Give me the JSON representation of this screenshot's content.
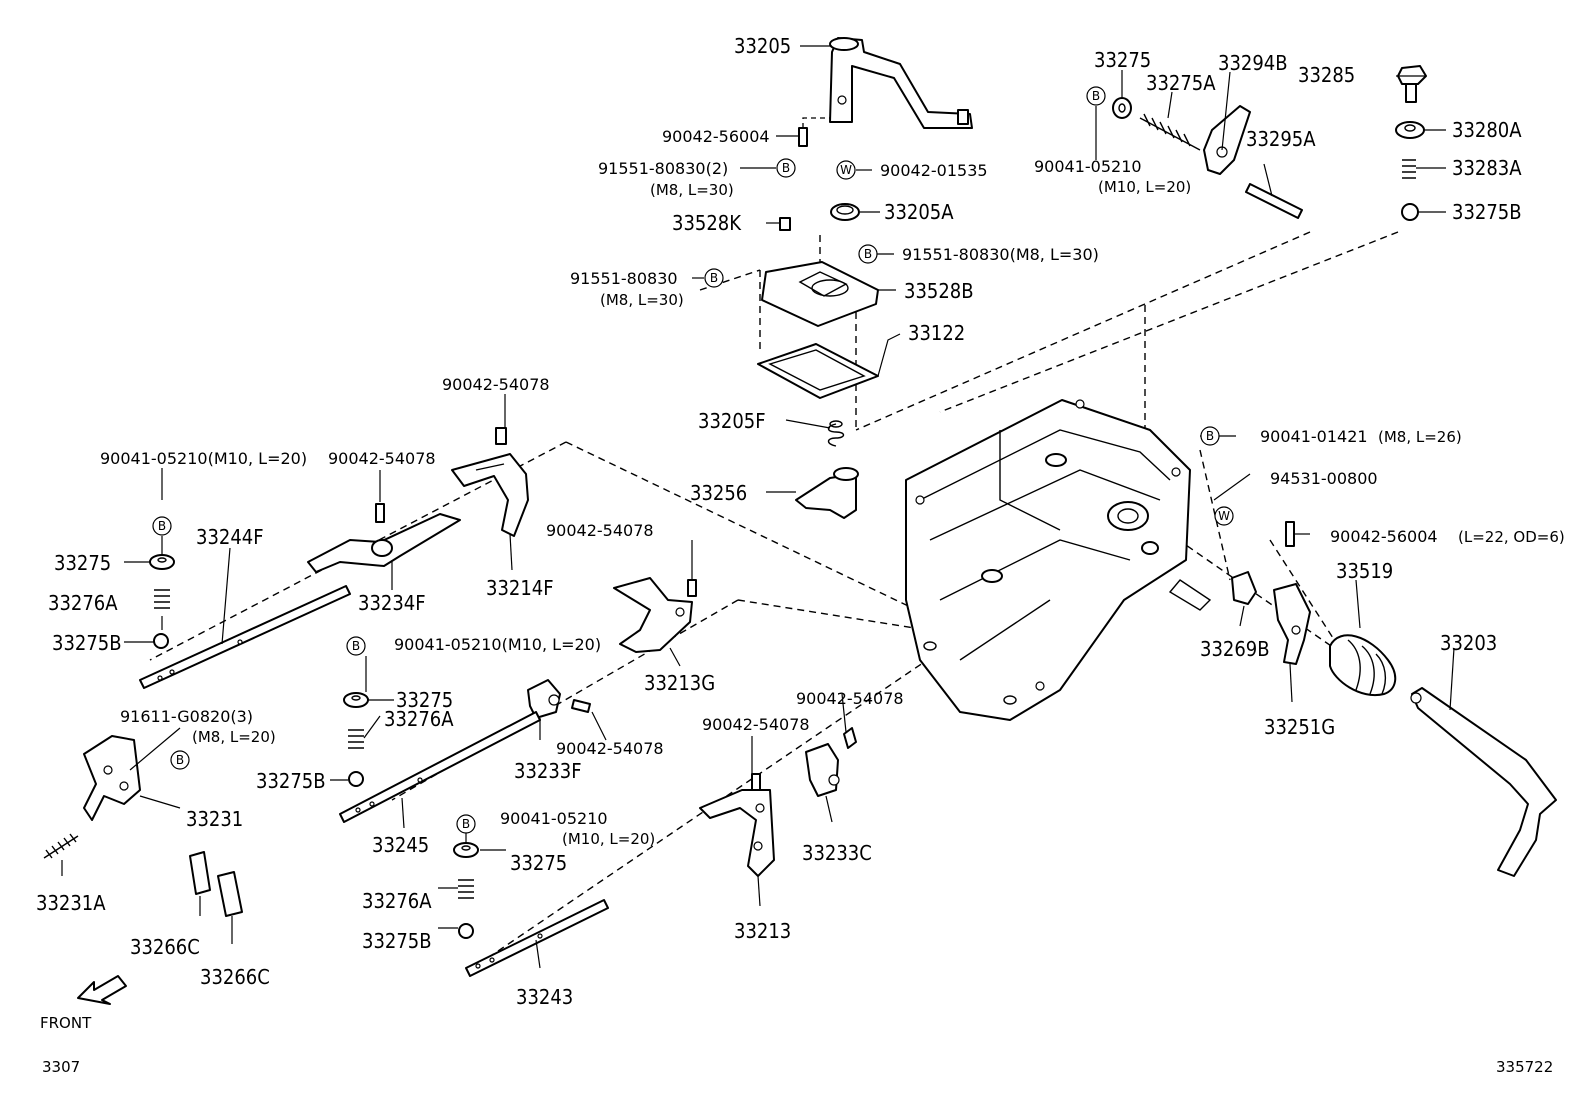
{
  "labels": {
    "p33205": "33205",
    "p90042_56004a": "90042-56004",
    "p91551_80830_2": "91551-80830(2)",
    "p91551_80830_2_note": "(M8, L=30)",
    "p90042_01535": "90042-01535",
    "p33528K": "33528K",
    "p33205A": "33205A",
    "p91551_80830_m8": "91551-80830(M8, L=30)",
    "p91551_80830_b": "91551-80830",
    "p91551_80830_b_note": "(M8, L=30)",
    "p33528B": "33528B",
    "p33122": "33122",
    "p33205F": "33205F",
    "p33256": "33256",
    "p33275_top": "33275",
    "p33275A": "33275A",
    "p33294B": "33294B",
    "p33285": "33285",
    "p33280A": "33280A",
    "p33283A": "33283A",
    "p33275B_top": "33275B",
    "p33295A": "33295A",
    "p90041_05210_top": "90041-05210",
    "p90041_05210_top_note": "(M10, L=20)",
    "p90042_54078_a": "90042-54078",
    "p90042_54078_b": "90042-54078",
    "p90041_05210_left": "90041-05210(M10, L=20)",
    "p33275_left": "33275",
    "p33276A_left": "33276A",
    "p33275B_left": "33275B",
    "p33244F": "33244F",
    "p33234F": "33234F",
    "p33214F": "33214F",
    "p90042_54078_c": "90042-54078",
    "p90041_05210_mid": "90041-05210(M10, L=20)",
    "p33213G": "33213G",
    "p33275_mid": "33275",
    "p33276A_mid": "33276A",
    "p33275B_mid": "33275B",
    "p91611_G0820": "91611-G0820(3)",
    "p91611_G0820_note": "(M8, L=20)",
    "p33231": "33231",
    "p33231A": "33231A",
    "p90042_54078_d": "90042-54078",
    "p33233F": "33233F",
    "p33245": "33245",
    "p90042_54078_e": "90042-54078",
    "p90042_54078_f": "90042-54078",
    "p33233C": "33233C",
    "p90041_05210_low": "90041-05210",
    "p90041_05210_low_note": "(M10, L=20)",
    "p33275_low": "33275",
    "p33276A_low": "33276A",
    "p33275B_low": "33275B",
    "p33213": "33213",
    "p33243": "33243",
    "p33266C_a": "33266C",
    "p33266C_b": "33266C",
    "p90041_01421": "90041-01421",
    "p90041_01421_note": "(M8, L=26)",
    "p94531_00800": "94531-00800",
    "p90042_56004b": "90042-56004",
    "p90042_56004b_note": "(L=22, OD=6)",
    "p33519": "33519",
    "p33269B": "33269B",
    "p33203": "33203",
    "p33251G": "33251G",
    "front": "FRONT",
    "page_code": "3307",
    "drawing_no": "335722"
  },
  "markers": {
    "bolt": "B",
    "washer": "W"
  }
}
